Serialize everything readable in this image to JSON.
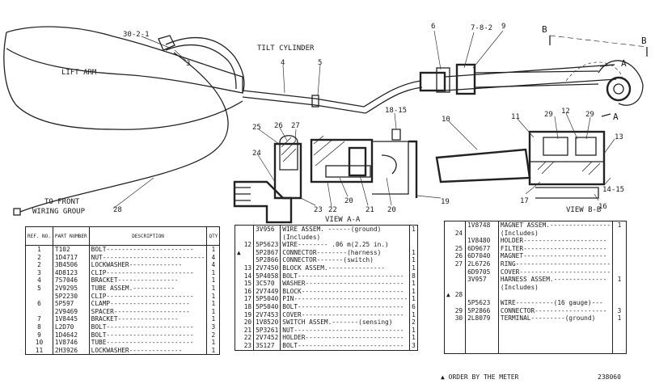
{
  "drawing": {
    "callouts": {
      "c30_2_1": "30-2-1",
      "c3": "3",
      "c4": "4",
      "c5": "5",
      "c6": "6",
      "c7_8_2": "7-8-2",
      "c9": "9",
      "c10": "10",
      "c11": "11",
      "c12": "12",
      "c13": "13",
      "c14_15": "14-15",
      "c16": "16",
      "c17": "17",
      "c18_15": "18-15",
      "c19": "19",
      "c20": "20",
      "c21": "21",
      "c22": "22",
      "c23": "23",
      "c24": "24",
      "c25": "25",
      "c26": "26",
      "c27": "27",
      "c28": "28",
      "c29a": "29",
      "c29b": "29",
      "A_top": "A",
      "A_bottom": "A",
      "B_left": "B",
      "B_right": "B"
    },
    "labels": {
      "lift_arm": "LIFT ARM",
      "tilt_cylinder": "TILT CYLINDER",
      "to_front_wiring_line1": "TO FRONT",
      "to_front_wiring_line2": "WIRING GROUP",
      "view_aa": "VIEW A-A",
      "view_bb": "VIEW B-B"
    }
  },
  "table1": {
    "headers": {
      "ref": "REF. NO.",
      "part": "PART NUMBER",
      "desc": "DESCRIPTION",
      "qty": "QTY"
    },
    "rows": [
      {
        "ref": "1",
        "part": "T102",
        "desc": "BOLT-----------------------",
        "qty": "1"
      },
      {
        "ref": "2",
        "part": "1D4717",
        "desc": "NUT---------------------------",
        "qty": "4"
      },
      {
        "ref": "2",
        "part": "3B4506",
        "desc": "LOCKWASHER--------------",
        "qty": "4"
      },
      {
        "ref": "3",
        "part": "4D8123",
        "desc": "CLIP-----------------------",
        "qty": "1"
      },
      {
        "ref": "4",
        "part": "7S7046",
        "desc": "BRACKET----------------",
        "qty": "1"
      },
      {
        "ref": "5",
        "part": "2V9295",
        "desc": "TUBE ASSEM.-----------",
        "qty": "1"
      },
      {
        "ref": "",
        "part": "5P2230",
        "desc": "CLIP-----------------------",
        "qty": "1"
      },
      {
        "ref": "6",
        "part": "5P597",
        "desc": "CLAMP---------------------",
        "qty": "1"
      },
      {
        "ref": "",
        "part": "2V9469",
        "desc": "SPACER--------------------",
        "qty": "1"
      },
      {
        "ref": "7",
        "part": "1V8445",
        "desc": "BRACKET----------------",
        "qty": "1"
      },
      {
        "ref": "8",
        "part": "L2D70",
        "desc": "BOLT-----------------------",
        "qty": "3"
      },
      {
        "ref": "9",
        "part": "1D4642",
        "desc": "BOLT-----------------------",
        "qty": "2"
      },
      {
        "ref": "10",
        "part": "1V8746",
        "desc": "TUBE-----------------------",
        "qty": "1"
      },
      {
        "ref": "11",
        "part": "2H3926",
        "desc": "LOCKWASHER--------------",
        "qty": "1"
      }
    ]
  },
  "table2": {
    "rows": [
      {
        "mark": "",
        "ref": "",
        "part": "3V956",
        "desc": "WIRE ASSEM.  ------(ground)",
        "qty": "1"
      },
      {
        "mark": "",
        "ref": "",
        "part": "",
        "desc": "(Includes)",
        "qty": ""
      },
      {
        "mark": "",
        "ref": "12",
        "part": "5P5623",
        "desc": "WIRE-------- .06 m(2.25 in.)",
        "qty": ""
      },
      {
        "mark": "▲",
        "ref": "",
        "part": "5P2867",
        "desc": "CONNECTOR--------(harness)",
        "qty": "1"
      },
      {
        "mark": "",
        "ref": "",
        "part": "5P2866",
        "desc": "CONNECTOR-------(switch)",
        "qty": "1"
      },
      {
        "mark": "",
        "ref": "13",
        "part": "2V7450",
        "desc": "BLOCK ASSEM.---------------",
        "qty": "1"
      },
      {
        "mark": "",
        "ref": "14",
        "part": "5P4058",
        "desc": "BOLT----------------------------",
        "qty": "8"
      },
      {
        "mark": "",
        "ref": "15",
        "part": "3C570",
        "desc": "WASHER--------------------------",
        "qty": "1"
      },
      {
        "mark": "",
        "ref": "16",
        "part": "2V7449",
        "desc": "BLOCK---------------------------",
        "qty": "1"
      },
      {
        "mark": "",
        "ref": "17",
        "part": "5P5040",
        "desc": "PIN------------------------------",
        "qty": "1"
      },
      {
        "mark": "",
        "ref": "18",
        "part": "5P5040",
        "desc": "BOLT----------------------------",
        "qty": "6"
      },
      {
        "mark": "",
        "ref": "19",
        "part": "2V7453",
        "desc": "COVER---------------------------",
        "qty": "1"
      },
      {
        "mark": "",
        "ref": "20",
        "part": "1V8520",
        "desc": "SWITCH ASSEM.-------(sensing)",
        "qty": "2"
      },
      {
        "mark": "",
        "ref": "21",
        "part": "5P3261",
        "desc": "NUT-----------------------------",
        "qty": "1"
      },
      {
        "mark": "",
        "ref": "22",
        "part": "2V7452",
        "desc": "HOLDER--------------------------",
        "qty": "1"
      },
      {
        "mark": "",
        "ref": "23",
        "part": "3S127",
        "desc": "BOLT----------------------------",
        "qty": "3"
      }
    ]
  },
  "table3": {
    "rows": [
      {
        "ref": "",
        "part": "1V8748",
        "desc": "MAGNET ASSEM.----------------",
        "qty": "1"
      },
      {
        "ref": "24",
        "part": "",
        "desc": "(Includes)",
        "qty": ""
      },
      {
        "ref": "",
        "part": "1V8480",
        "desc": "HOLDER----------------------",
        "qty": ""
      },
      {
        "ref": "25",
        "part": "6D9677",
        "desc": "FILTER----------------------",
        "qty": ""
      },
      {
        "ref": "26",
        "part": "6D7040",
        "desc": "MAGNET----------------------",
        "qty": ""
      },
      {
        "ref": "27",
        "part": "2L6726",
        "desc": "RING-------------------------",
        "qty": ""
      },
      {
        "ref": "",
        "part": "6D9705",
        "desc": "COVER------------------------",
        "qty": ""
      },
      {
        "ref": "",
        "part": "3V957",
        "desc": "HARNESS ASSEM.--------------",
        "qty": "1"
      },
      {
        "ref": "",
        "part": "",
        "desc": "(Includes)",
        "qty": ""
      },
      {
        "ref": "28",
        "part": "",
        "desc": "",
        "qty": ""
      },
      {
        "ref": "",
        "part": "5P5623",
        "desc": "WIRE----------(16 gauge)---",
        "qty": ""
      },
      {
        "ref": "29",
        "part": "5P2866",
        "desc": "CONNECTOR-------------------",
        "qty": "3"
      },
      {
        "ref": "30",
        "part": "2L8079",
        "desc": "TERMINAL---------(ground)",
        "qty": "1"
      },
      {
        "ref": "",
        "part": "",
        "desc": "",
        "qty": ""
      },
      {
        "ref": "",
        "part": "",
        "desc": "",
        "qty": ""
      },
      {
        "ref": "",
        "part": "",
        "desc": "",
        "qty": ""
      },
      {
        "ref": "",
        "part": "",
        "desc": "",
        "qty": ""
      }
    ],
    "rowmark_27": "27",
    "rowmark_28a": "▲"
  },
  "footer": {
    "order_note": "▲ ORDER BY THE METER",
    "drawing_number": "238060"
  }
}
